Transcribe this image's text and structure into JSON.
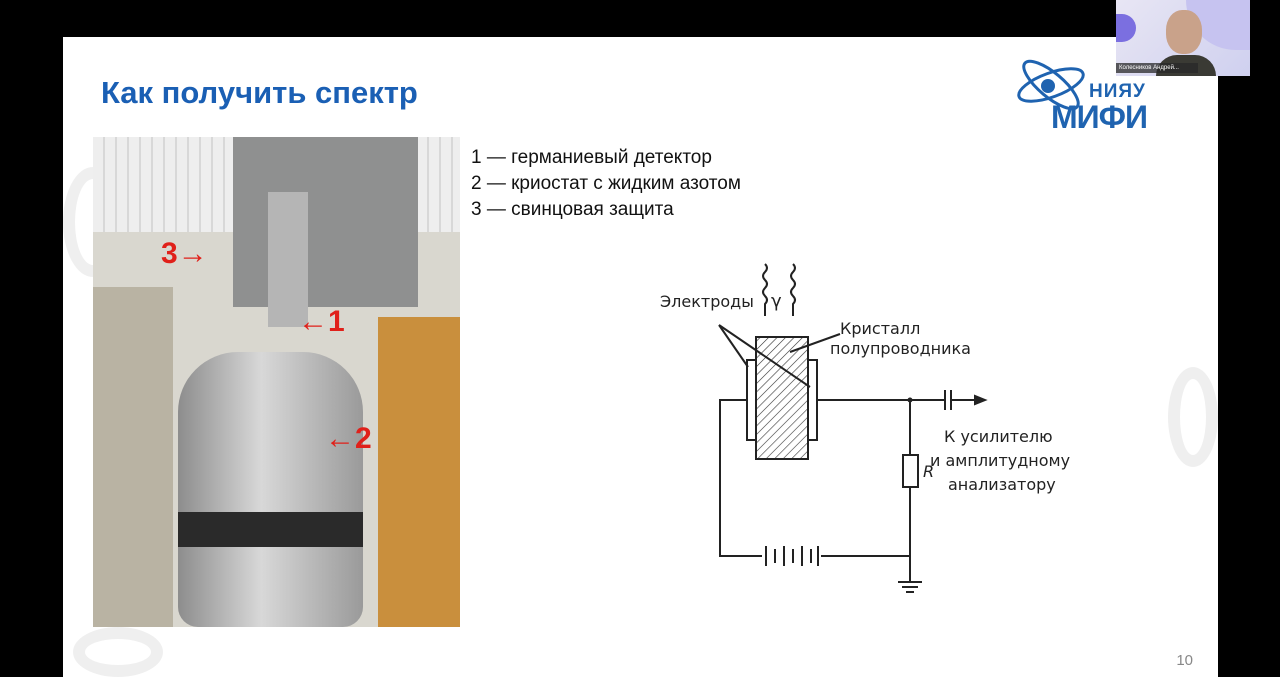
{
  "slide": {
    "title": "Как получить спектр",
    "logo": {
      "line1": "НИЯУ",
      "line2": "МИФИ"
    },
    "legend": [
      "1 — германиевый детектор",
      "2 — криостат с жидким азотом",
      "3 — свинцовая защита"
    ],
    "photo_labels": [
      "3",
      "1",
      "2"
    ],
    "diagram": {
      "electrodes": "Электроды",
      "gamma": "γ",
      "crystal_line1": "Кристалл",
      "crystal_line2": "полупроводника",
      "resistor": "R",
      "output_line1": "К усилителю",
      "output_line2": "и амплитудному",
      "output_line3": "анализатору"
    },
    "page_number": "10"
  },
  "webcam": {
    "name": "Колесников Андрей..."
  },
  "colors": {
    "title": "#1a5fb4",
    "arrow": "#e0201a"
  }
}
